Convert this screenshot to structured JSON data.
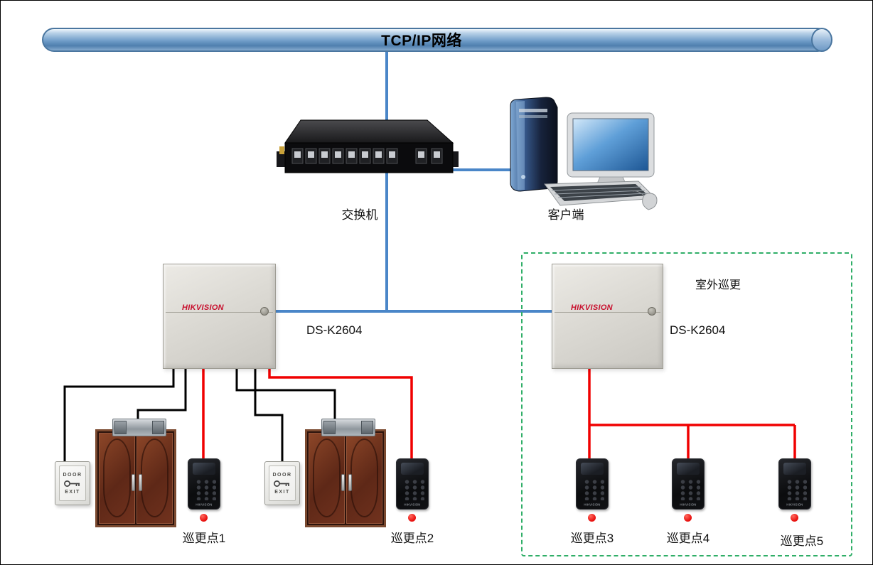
{
  "diagram": {
    "network": {
      "label": "TCP/IP网络"
    },
    "switch": {
      "label": "交换机"
    },
    "client": {
      "label": "客户端"
    },
    "controllers": [
      {
        "model": "DS-K2604",
        "brand": "HIKVISION"
      },
      {
        "model": "DS-K2604",
        "brand": "HIKVISION"
      }
    ],
    "outdoor_zone": {
      "label": "室外巡更"
    },
    "exit_button": {
      "line1": "DOOR",
      "line2": "EXIT"
    },
    "readers": {
      "brand": "HIKVISION"
    },
    "patrol_points": [
      "巡更点1",
      "巡更点2",
      "巡更点3",
      "巡更点4",
      "巡更点5"
    ],
    "colors": {
      "network_line_blue": "#4a86c8",
      "signal_wire_black": "#000000",
      "power_wire_red": "#f00000",
      "outdoor_border_green": "#2fae67",
      "pipe_blue": "#6f9cc8",
      "hikvision_red": "#c8102e",
      "led_red": "#e8110f"
    }
  }
}
